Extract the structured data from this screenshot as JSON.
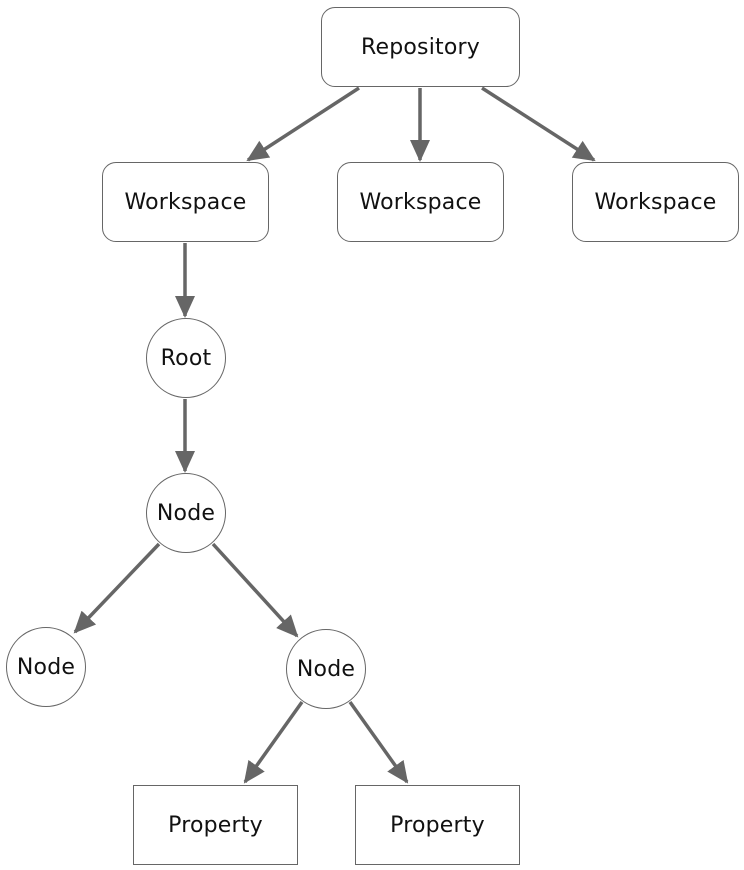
{
  "nodes": {
    "repository": "Repository",
    "workspace_1": "Workspace",
    "workspace_2": "Workspace",
    "workspace_3": "Workspace",
    "root": "Root",
    "node_1": "Node",
    "node_2": "Node",
    "node_3": "Node",
    "property_1": "Property",
    "property_2": "Property"
  },
  "edges": [
    {
      "from": "repository",
      "to": "workspace_1"
    },
    {
      "from": "repository",
      "to": "workspace_2"
    },
    {
      "from": "repository",
      "to": "workspace_3"
    },
    {
      "from": "workspace_1",
      "to": "root"
    },
    {
      "from": "root",
      "to": "node_1"
    },
    {
      "from": "node_1",
      "to": "node_2"
    },
    {
      "from": "node_1",
      "to": "node_3"
    },
    {
      "from": "node_3",
      "to": "property_1"
    },
    {
      "from": "node_3",
      "to": "property_2"
    }
  ],
  "colors": {
    "edge": "#666666",
    "border": "#666666",
    "text": "#111111"
  }
}
